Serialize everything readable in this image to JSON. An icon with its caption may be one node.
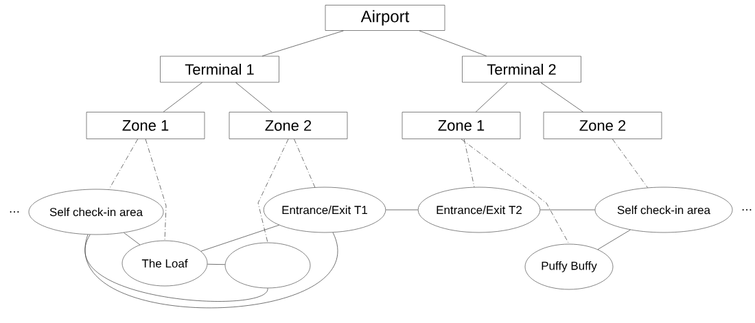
{
  "diagram": {
    "nodes": [
      {
        "text": [
          "Airport"
        ]
      },
      {
        "text": [
          "Terminal 1"
        ]
      },
      {
        "text": [
          "Terminal 2"
        ]
      },
      {
        "text": [
          "Zone 1"
        ]
      },
      {
        "text": [
          "Zone 2"
        ]
      },
      {
        "text": [
          "Zone 1"
        ]
      },
      {
        "text": [
          "Zone 2"
        ]
      },
      {
        "text": [
          "Self check-in area"
        ],
        "beside": [
          "…"
        ]
      },
      {
        "text": [
          "Entrance/Exit T1"
        ]
      },
      {
        "text": [
          "Entrance/Exit T2"
        ]
      },
      {
        "text": [
          "Self check-in area"
        ],
        "beside": [
          "…"
        ]
      },
      {
        "text": [
          "The Loaf"
        ]
      },
      {
        "text": [],
        "shape": "ellipse"
      },
      {
        "text": [
          "Puffy Buffy"
        ]
      }
    ],
    "edges": [
      {
        "from": 0,
        "to": 1,
        "arrow": "none"
      },
      {
        "from": 0,
        "to": 2,
        "arrow": "none"
      },
      {
        "from": 1,
        "to": 3,
        "arrow": "none"
      },
      {
        "from": 1,
        "to": 4,
        "arrow": "none"
      },
      {
        "from": 2,
        "to": 5,
        "arrow": "none"
      },
      {
        "from": 2,
        "to": 6,
        "arrow": "none"
      },
      {
        "from": 3,
        "to": 7,
        "arrow": "none",
        "style": "dashed"
      },
      {
        "from": 3,
        "to": 11,
        "arrow": "none",
        "style": "dashed"
      },
      {
        "from": 4,
        "to": 12,
        "arrow": "none",
        "style": "dashed"
      },
      {
        "from": 4,
        "to": 8,
        "arrow": "none",
        "style": "dashed"
      },
      {
        "from": 5,
        "to": 9,
        "arrow": "none",
        "style": "dashed"
      },
      {
        "from": 5,
        "to": 13,
        "arrow": "none",
        "style": "dashed"
      },
      {
        "from": 6,
        "to": 10,
        "arrow": "none",
        "style": "dashed"
      },
      {
        "from": 7,
        "to": 11,
        "arrow": "none"
      },
      {
        "from": 11,
        "to": 12,
        "arrow": "none"
      },
      {
        "from": 11,
        "to": 8,
        "arrow": "none"
      },
      {
        "from": 8,
        "to": 9,
        "arrow": "none"
      },
      {
        "from": 9,
        "to": 10,
        "arrow": "none"
      },
      {
        "from": 10,
        "to": 13,
        "arrow": "none"
      },
      {
        "from": 7,
        "to": 12,
        "arrow": "none"
      },
      {
        "from": 7,
        "to": 8,
        "arrow": "none"
      }
    ]
  }
}
